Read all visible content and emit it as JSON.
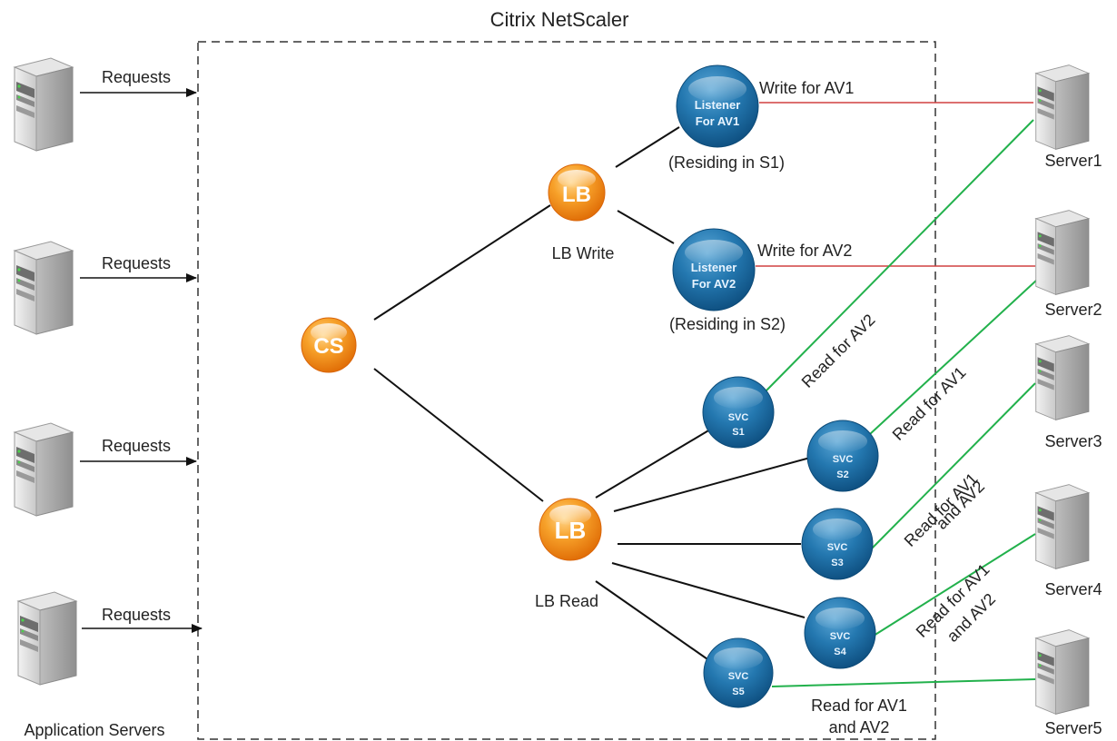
{
  "title": "Citrix NetScaler",
  "app_servers_label": "Application Servers",
  "request_label": "Requests",
  "nodes": {
    "cs": "CS",
    "lb_write": {
      "text": "LB",
      "label": "LB Write"
    },
    "lb_read": {
      "text": "LB",
      "label": "LB Read"
    },
    "listener1": {
      "line1": "Listener",
      "line2": "For AV1",
      "caption": "(Residing in S1)"
    },
    "listener2": {
      "line1": "Listener",
      "line2": "For AV2",
      "caption": "(Residing in S2)"
    },
    "svc": [
      {
        "line1": "SVC",
        "line2": "S1"
      },
      {
        "line1": "SVC",
        "line2": "S2"
      },
      {
        "line1": "SVC",
        "line2": "S3"
      },
      {
        "line1": "SVC",
        "line2": "S4"
      },
      {
        "line1": "SVC",
        "line2": "S5"
      }
    ]
  },
  "servers": [
    "Server1",
    "Server2",
    "Server3",
    "Server4",
    "Server5"
  ],
  "edge_labels": {
    "write_av1": "Write for AV1",
    "write_av2": "Write for AV2",
    "read_av2": "Read for AV2",
    "read_av1": "Read for AV1",
    "read_s3": [
      "Read for AV1",
      "and AV2"
    ],
    "read_s4": [
      "Read for AV1",
      "and AV2"
    ],
    "read_s5": [
      "Read for AV1",
      "and AV2"
    ]
  },
  "colors": {
    "write_line": "#d04040",
    "read_line": "#22b14c",
    "orange_node": "#f39019",
    "blue_node": "#1f6ea3"
  }
}
